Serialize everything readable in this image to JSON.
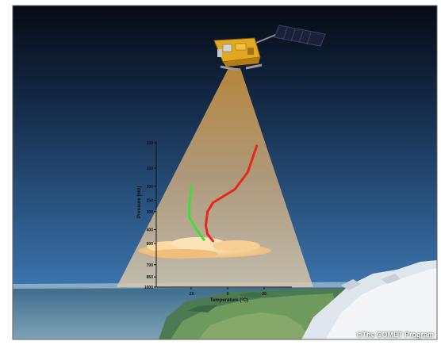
{
  "scene": {
    "credit": "©The COMET Program",
    "colors": {
      "sky_top": "#060a14",
      "sky_bottom": "#3b74ad",
      "beam": "#c8a06a",
      "cloud": "#f5c98c",
      "ocean": "#5e86a3",
      "land": "#4e7a55",
      "snow": "#e9edf2",
      "temperature_line": "#e8261a",
      "dewpoint_line": "#3fdc3a",
      "satellite_body": "#e1a922",
      "solar_panel": "#1b2138"
    },
    "icons": [
      "satellite-icon",
      "cloud-icon"
    ]
  },
  "chart_data": {
    "type": "line",
    "xlabel": "Temperature (°C)",
    "ylabel": "Pressure (mb)",
    "x_ticks": [
      "-20",
      "0",
      "20"
    ],
    "y_ticks": [
      "100",
      "150",
      "200",
      "250",
      "300",
      "400",
      "500",
      "700",
      "850",
      "1000"
    ],
    "y_scale": "log",
    "series": [
      {
        "color": "#e8261a",
        "points": [
          [
            -8,
            480
          ],
          [
            -11,
            430
          ],
          [
            -12,
            375
          ],
          [
            -11,
            300
          ],
          [
            -8,
            260
          ],
          [
            4,
            210
          ],
          [
            11,
            160
          ],
          [
            16,
            105
          ]
        ]
      },
      {
        "color": "#3fdc3a",
        "points": [
          [
            -13,
            470
          ],
          [
            -17,
            400
          ],
          [
            -21,
            330
          ],
          [
            -21,
            270
          ],
          [
            -20,
            220
          ],
          [
            -20,
            200
          ]
        ]
      }
    ]
  }
}
